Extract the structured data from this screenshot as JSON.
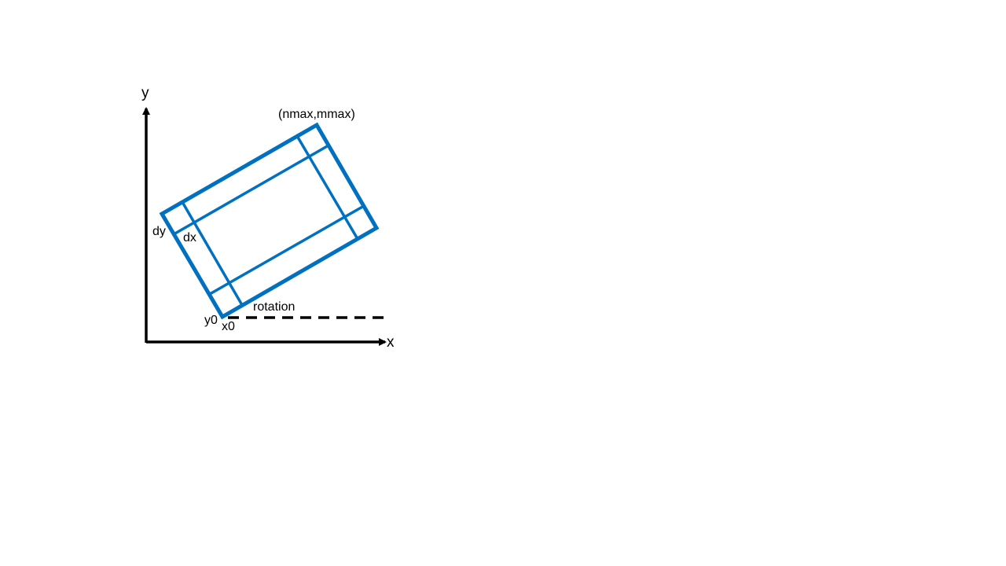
{
  "diagram": {
    "axis_x_label": "x",
    "axis_y_label": "y",
    "corner_label": "(nmax,mmax)",
    "dx_label": "dx",
    "dy_label": "dy",
    "rotation_label": "rotation",
    "x0_label": "x0",
    "y0_label": "y0"
  },
  "colors": {
    "grid_blue": "#0070c0",
    "axis_black": "#000000",
    "background": "#ffffff"
  }
}
